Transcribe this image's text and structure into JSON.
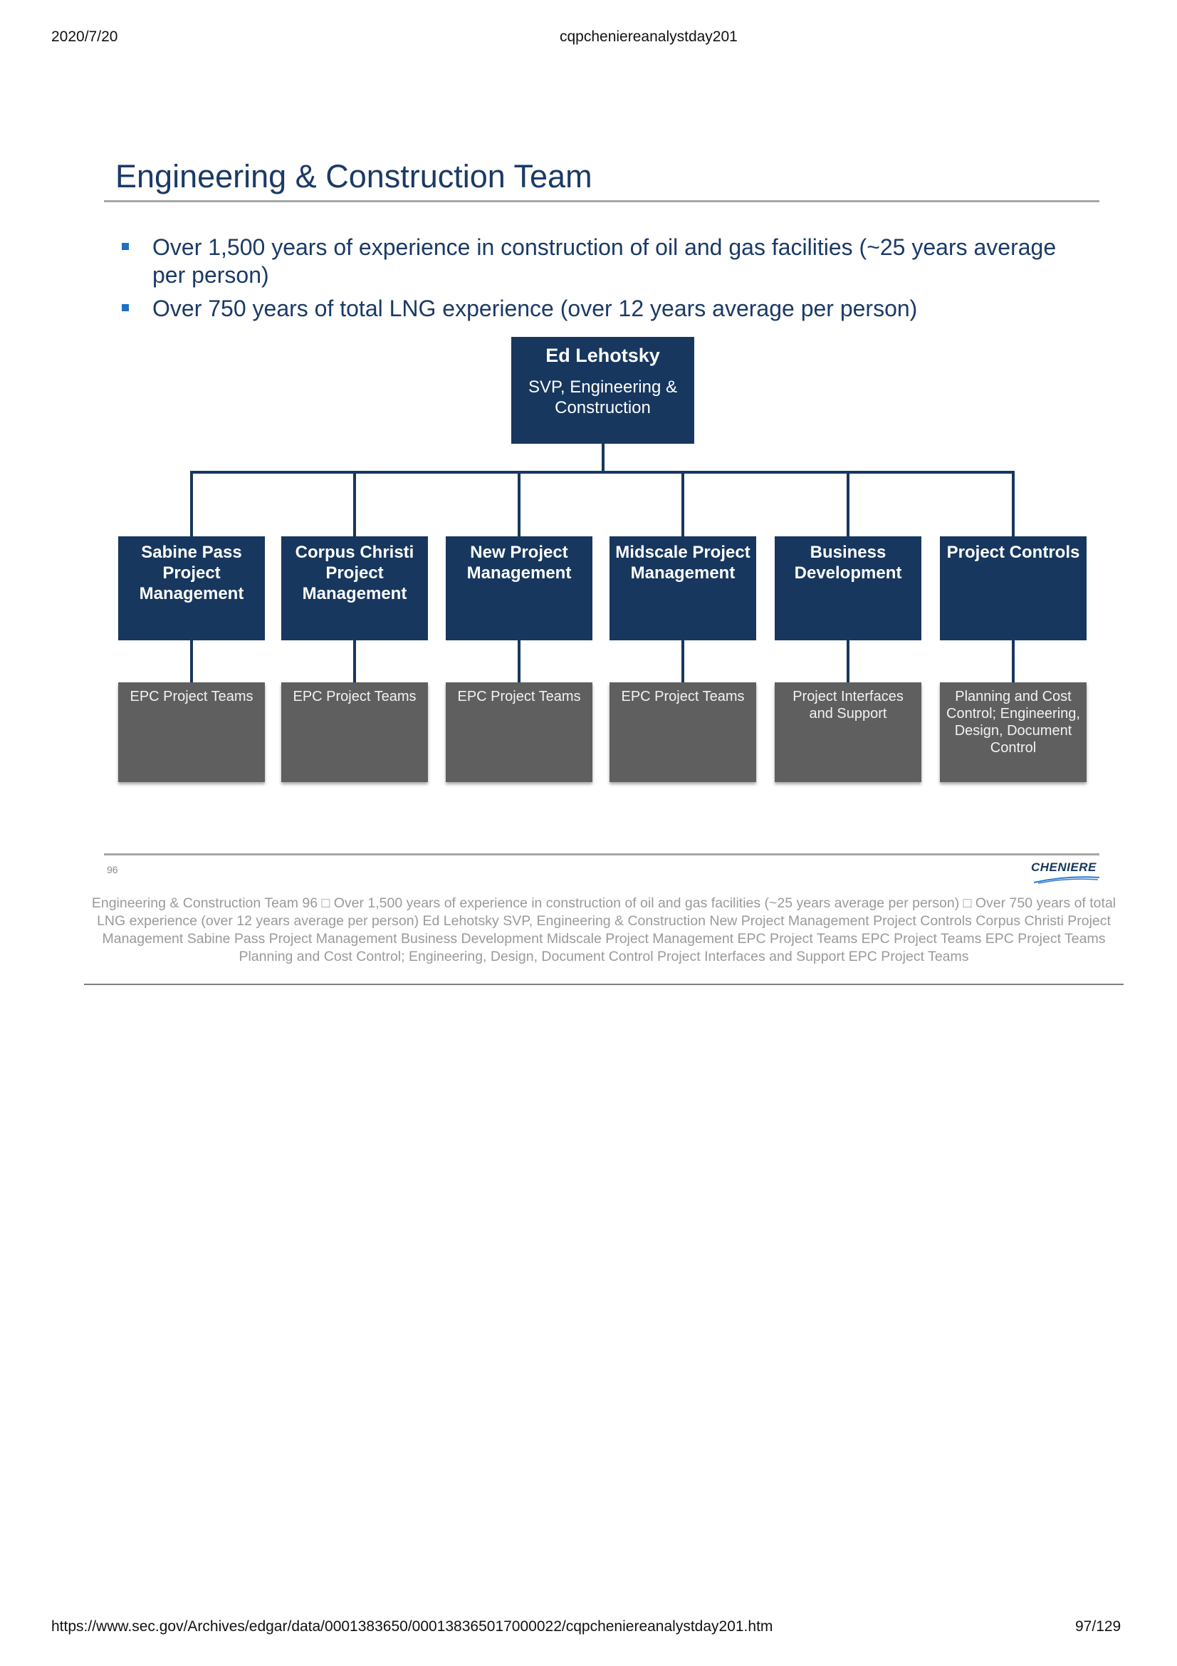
{
  "header": {
    "date": "2020/7/20",
    "doc_title": "cqpcheniereanalystday201"
  },
  "slide": {
    "title": "Engineering & Construction Team",
    "bullets": [
      "Over 1,500 years of experience in construction of oil and gas facilities (~25 years average per person)",
      "Over 750 years of total LNG experience (over 12 years average per person)"
    ],
    "head": {
      "name": "Ed Lehotsky",
      "role": "SVP, Engineering & Construction"
    },
    "departments": [
      {
        "name": "Sabine Pass Project Management",
        "team": "EPC Project Teams"
      },
      {
        "name": "Corpus Christi Project Management",
        "team": "EPC Project Teams"
      },
      {
        "name": "New Project Management",
        "team": "EPC Project Teams"
      },
      {
        "name": "Midscale Project Management",
        "team": "EPC Project Teams"
      },
      {
        "name": "Business Development",
        "team": "Project Interfaces and Support"
      },
      {
        "name": "Project Controls",
        "team": "Planning and Cost Control; Engineering, Design, Document Control"
      }
    ],
    "page_number": "96",
    "logo_text": "CHENIERE",
    "colors": {
      "navy": "#17375e",
      "title_blue": "#1b3a66",
      "bullet_blue": "#1f6fc4",
      "gray_box": "#5f5f5f"
    }
  },
  "extracted_text": "Engineering & Construction Team  96  □ Over 1,500 years of experience in construction of oil and gas facilities (~25 years average  per person)  □ Over 750 years of total LNG experience (over 12 years average per person)  Ed Lehotsky   SVP, Engineering &  Construction   New Project  Management  Project  Controls  Corpus Christi  Project  Management  Sabine Pass  Project  Management   Business  Development  Midscale  Project  Management  EPC Project  Teams  EPC Project  Teams  EPC Project  Teams  Planning and  Cost Control;  Engineering,  Design, Document  Control  Project Interfaces  and Support   EPC Project  Teams",
  "footer": {
    "url": "https://www.sec.gov/Archives/edgar/data/0001383650/000138365017000022/cqpcheniereanalystday201.htm",
    "page": "97/129"
  }
}
